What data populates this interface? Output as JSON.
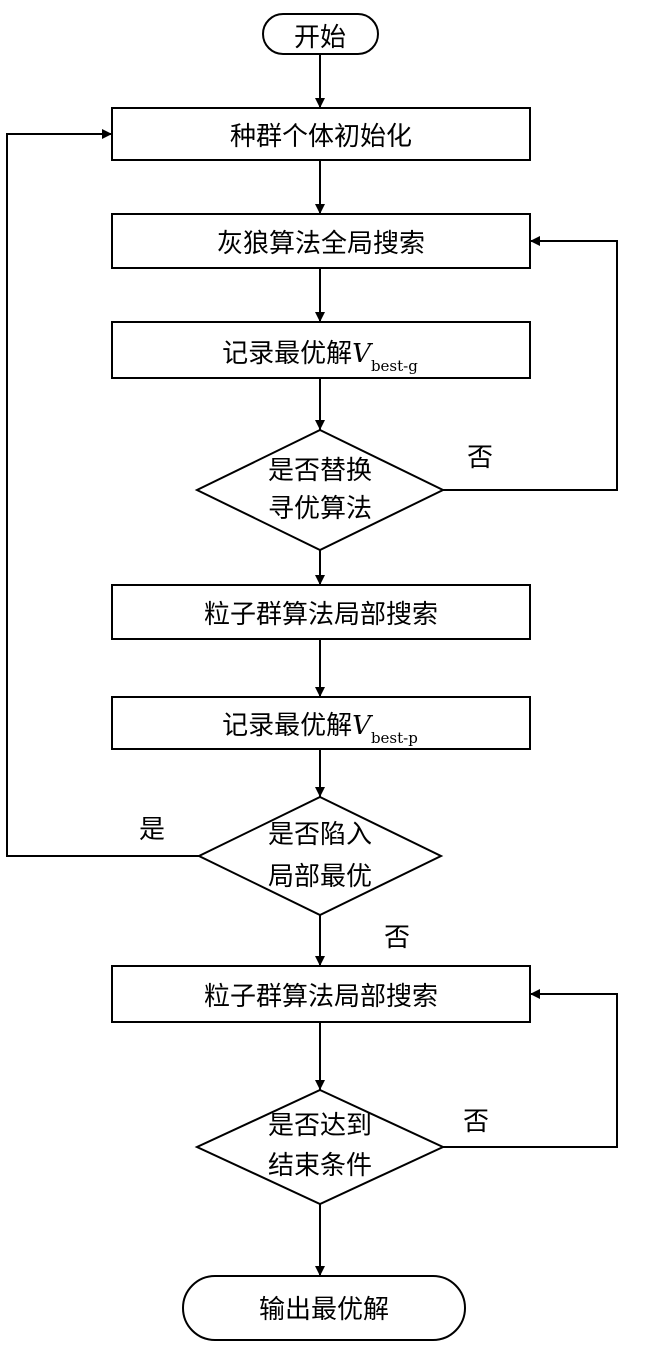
{
  "flow": {
    "start": "开始",
    "init": "种群个体初始化",
    "gwo_search": "灰狼算法全局搜索",
    "record_g": {
      "text": "记录最优解",
      "var": "V",
      "sub": "best-g"
    },
    "decision_switch": {
      "line1": "是否替换",
      "line2": "寻优算法"
    },
    "pso_search_1": "粒子群算法局部搜索",
    "record_p": {
      "text": "记录最优解",
      "var": "V",
      "sub": "best-p"
    },
    "decision_local": {
      "line1": "是否陷入",
      "line2": "局部最优"
    },
    "pso_search_2": "粒子群算法局部搜索",
    "decision_end": {
      "line1": "是否达到",
      "line2": "结束条件"
    },
    "end": "输出最优解",
    "labels": {
      "no_1": "否",
      "yes_1": "是",
      "no_2": "否",
      "no_3": "否"
    }
  }
}
